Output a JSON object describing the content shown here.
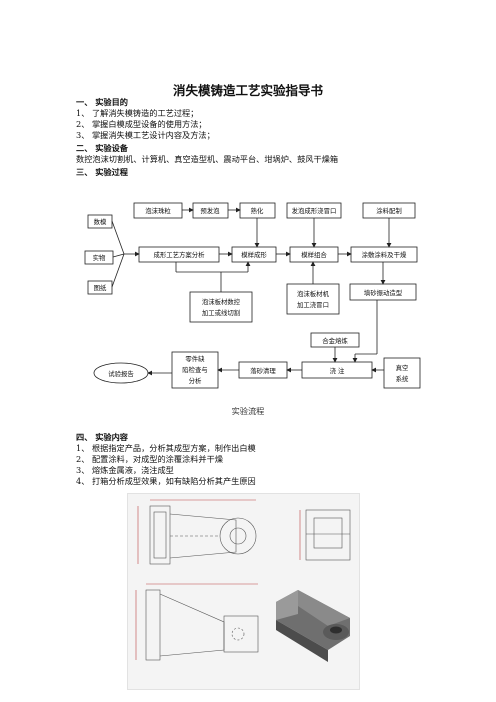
{
  "title": "消失模铸造工艺实验指导书",
  "sec1": {
    "heading": "一、 实验目的",
    "items": [
      "1、 了解消失模铸造的工艺过程；",
      "2、 掌握白模成型设备的使用方法；",
      "3、 掌握消失模工艺设计内容及方法；"
    ]
  },
  "sec2": {
    "heading": "二、 实验设备",
    "text": "数控泡沫切割机、计算机、真空造型机、震动平台、坩埚炉、鼓风干燥箱"
  },
  "sec3": {
    "heading": "三、 实验过程"
  },
  "flow": {
    "inputs": [
      "数模",
      "实物",
      "图纸"
    ],
    "top": [
      "泡沫珠粒",
      "预发泡",
      "熟化",
      "发泡成形浇冒口",
      "涂料配制"
    ],
    "mid": [
      "成形工艺方案分析",
      "模样成形",
      "模样组合",
      "涂敷涂料及干燥"
    ],
    "cnc": [
      "泡沫板材数控",
      "加工或线切割"
    ],
    "cnc2": [
      "泡沫板材机",
      "加工浇冒口"
    ],
    "sand": "填砂振动造型",
    "alloy": "合金熔炼",
    "pour": "浇  注",
    "vacuum": [
      "真空",
      "系统"
    ],
    "clean": "落砂清理",
    "inspect": [
      "零件缺",
      "陷检查与",
      "分析"
    ],
    "report": "试验报告"
  },
  "caption": "实验流程",
  "sec4": {
    "heading": "四、 实验内容",
    "items": [
      "1、 根据指定产品，分析其成型方案，制作出白模",
      "2、 配置涂料，对成型的涂覆涂料并干燥",
      "3、 熔炼金属液，浇注成型",
      "4、 打箱分析成型效果，如有缺陷分析其产生原因"
    ]
  }
}
